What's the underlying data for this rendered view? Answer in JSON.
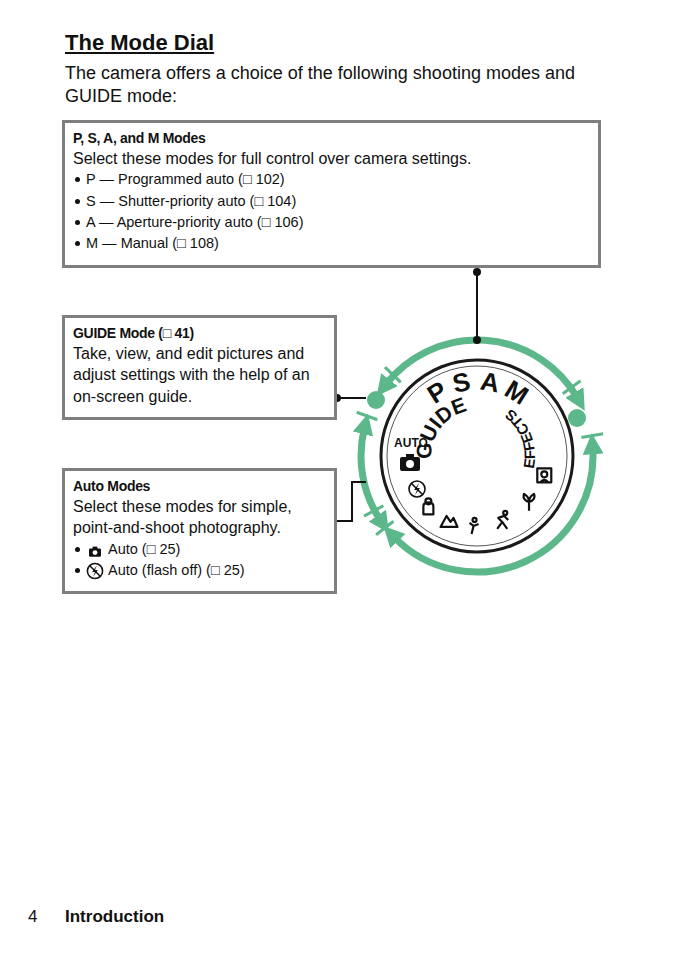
{
  "diagram": {
    "title": "The Mode Dial",
    "nodes": [
      {
        "text": [
          "P, S, A, and M Modes",
          "Select these modes for full control over camera settings.",
          "P — Programmed auto (□ 102)",
          "S — Shutter-priority auto (□ 104)",
          "A — Aperture-priority auto (□ 106)",
          "M — Manual (□ 108)"
        ]
      },
      {
        "text": [
          "GUIDE Mode (□ 41)",
          "Take, view, and edit pictures and adjust settings with the help of an on-screen guide."
        ]
      },
      {
        "text": [
          "Auto Modes",
          "Select these modes for simple, point-and-shoot photography.",
          "Auto (□ 25)",
          "Auto (flash off) (□ 25)"
        ]
      }
    ],
    "labels": [
      "The camera offers a choice of the following shooting modes and GUIDE mode:",
      "P",
      "S",
      "A",
      "M",
      "GUIDE",
      "EFFECTS",
      "AUTO",
      "4",
      "Introduction"
    ]
  }
}
